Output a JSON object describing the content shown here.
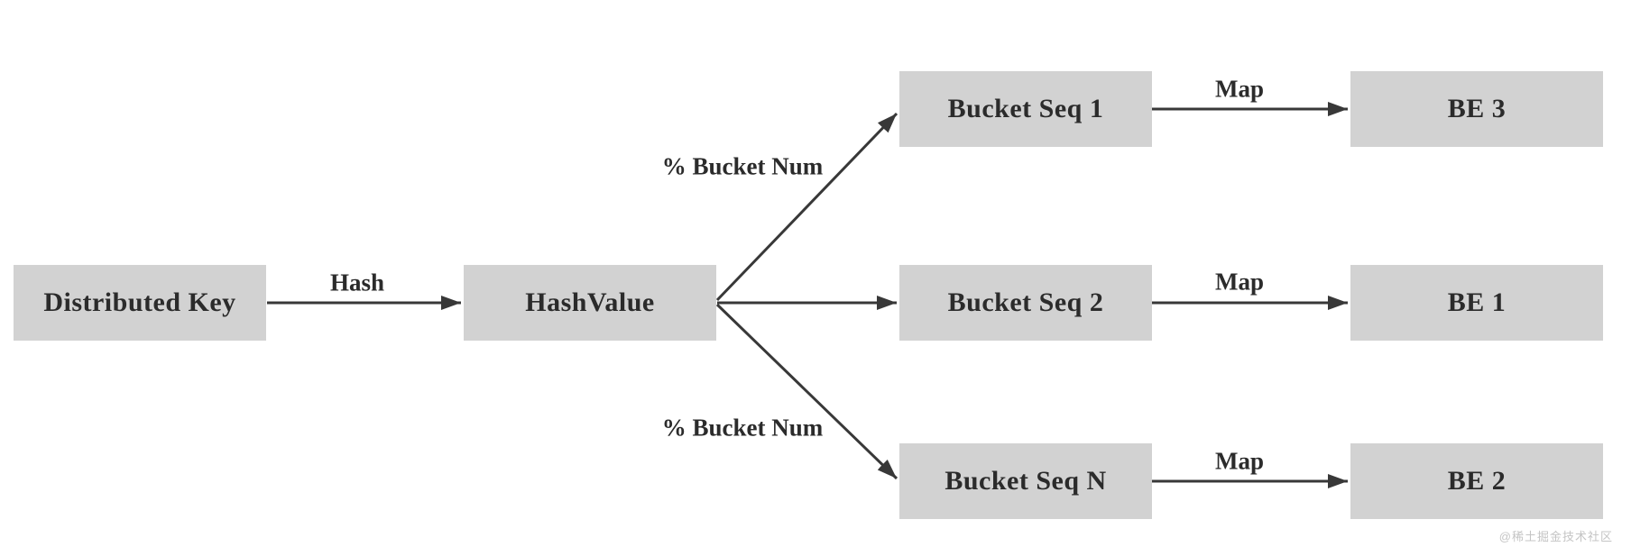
{
  "diagram": {
    "type": "flow-diagram",
    "nodes": {
      "distributed_key": "Distributed Key",
      "hash_value": "HashValue",
      "bucket_seq_1": "Bucket Seq 1",
      "bucket_seq_2": "Bucket Seq 2",
      "bucket_seq_n": "Bucket Seq N",
      "be_3": "BE 3",
      "be_1": "BE 1",
      "be_2": "BE 2"
    },
    "edge_labels": {
      "hash": "Hash",
      "bucket_num_top": "% Bucket Num",
      "bucket_num_bottom": "% Bucket Num",
      "map_top": "Map",
      "map_middle": "Map",
      "map_bottom": "Map"
    },
    "edges": [
      {
        "from": "Distributed Key",
        "to": "HashValue",
        "label": "Hash"
      },
      {
        "from": "HashValue",
        "to": "Bucket Seq 1",
        "label": "% Bucket Num"
      },
      {
        "from": "HashValue",
        "to": "Bucket Seq 2",
        "label": ""
      },
      {
        "from": "HashValue",
        "to": "Bucket Seq N",
        "label": "% Bucket Num"
      },
      {
        "from": "Bucket Seq 1",
        "to": "BE 3",
        "label": "Map"
      },
      {
        "from": "Bucket Seq 2",
        "to": "BE 1",
        "label": "Map"
      },
      {
        "from": "Bucket Seq N",
        "to": "BE 2",
        "label": "Map"
      }
    ],
    "colors": {
      "background": "#ffffff",
      "box_fill": "#d2d2d2",
      "text": "#2b2b2b",
      "arrow": "#383838",
      "watermark": "#c4c4c4"
    },
    "watermark": "@稀土掘金技术社区"
  }
}
